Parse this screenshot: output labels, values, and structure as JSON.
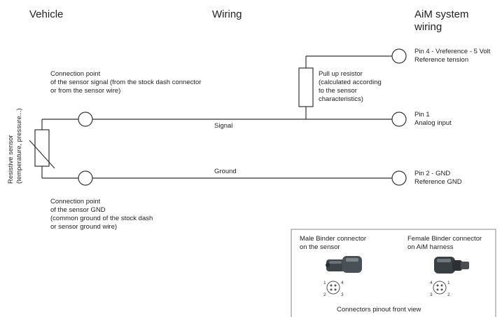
{
  "headers": {
    "vehicle": "Vehicle",
    "wiring": "Wiring",
    "aim_line1": "AiM system",
    "aim_line2": "wiring"
  },
  "sensor_label": [
    "Resistive sensor",
    "(temperature, pressure...)"
  ],
  "signal_connection_note": [
    "Connection point",
    "of the sensor signal (from the stock dash connector",
    "or from the sensor wire)"
  ],
  "gnd_connection_note": [
    "Connection point",
    "of the sensor GND",
    "(common ground of the stock dash",
    "or sensor ground wire)"
  ],
  "pullup_note": [
    "Pull up resistor",
    "(calculated according",
    "to the sensor",
    "characteristics)"
  ],
  "wire_labels": {
    "signal": "Signal",
    "ground": "Ground"
  },
  "pins": [
    {
      "line1": "Pin 4 - Vreference - 5 Volt",
      "line2": "Reference tension"
    },
    {
      "line1": "Pin 1",
      "line2": "Analog input"
    },
    {
      "line1": "Pin 2 - GND",
      "line2": "Reference GND"
    }
  ],
  "connectors": {
    "male_line1": "Male Binder connector",
    "male_line2": "on the sensor",
    "female_line1": "Female Binder connector",
    "female_line2": "on AiM harness",
    "male_pin_numbers": [
      "1",
      "4",
      "2",
      "3"
    ],
    "female_pin_numbers": [
      "4",
      "1",
      "3",
      "2"
    ],
    "caption": "Connectors pinout front view"
  }
}
